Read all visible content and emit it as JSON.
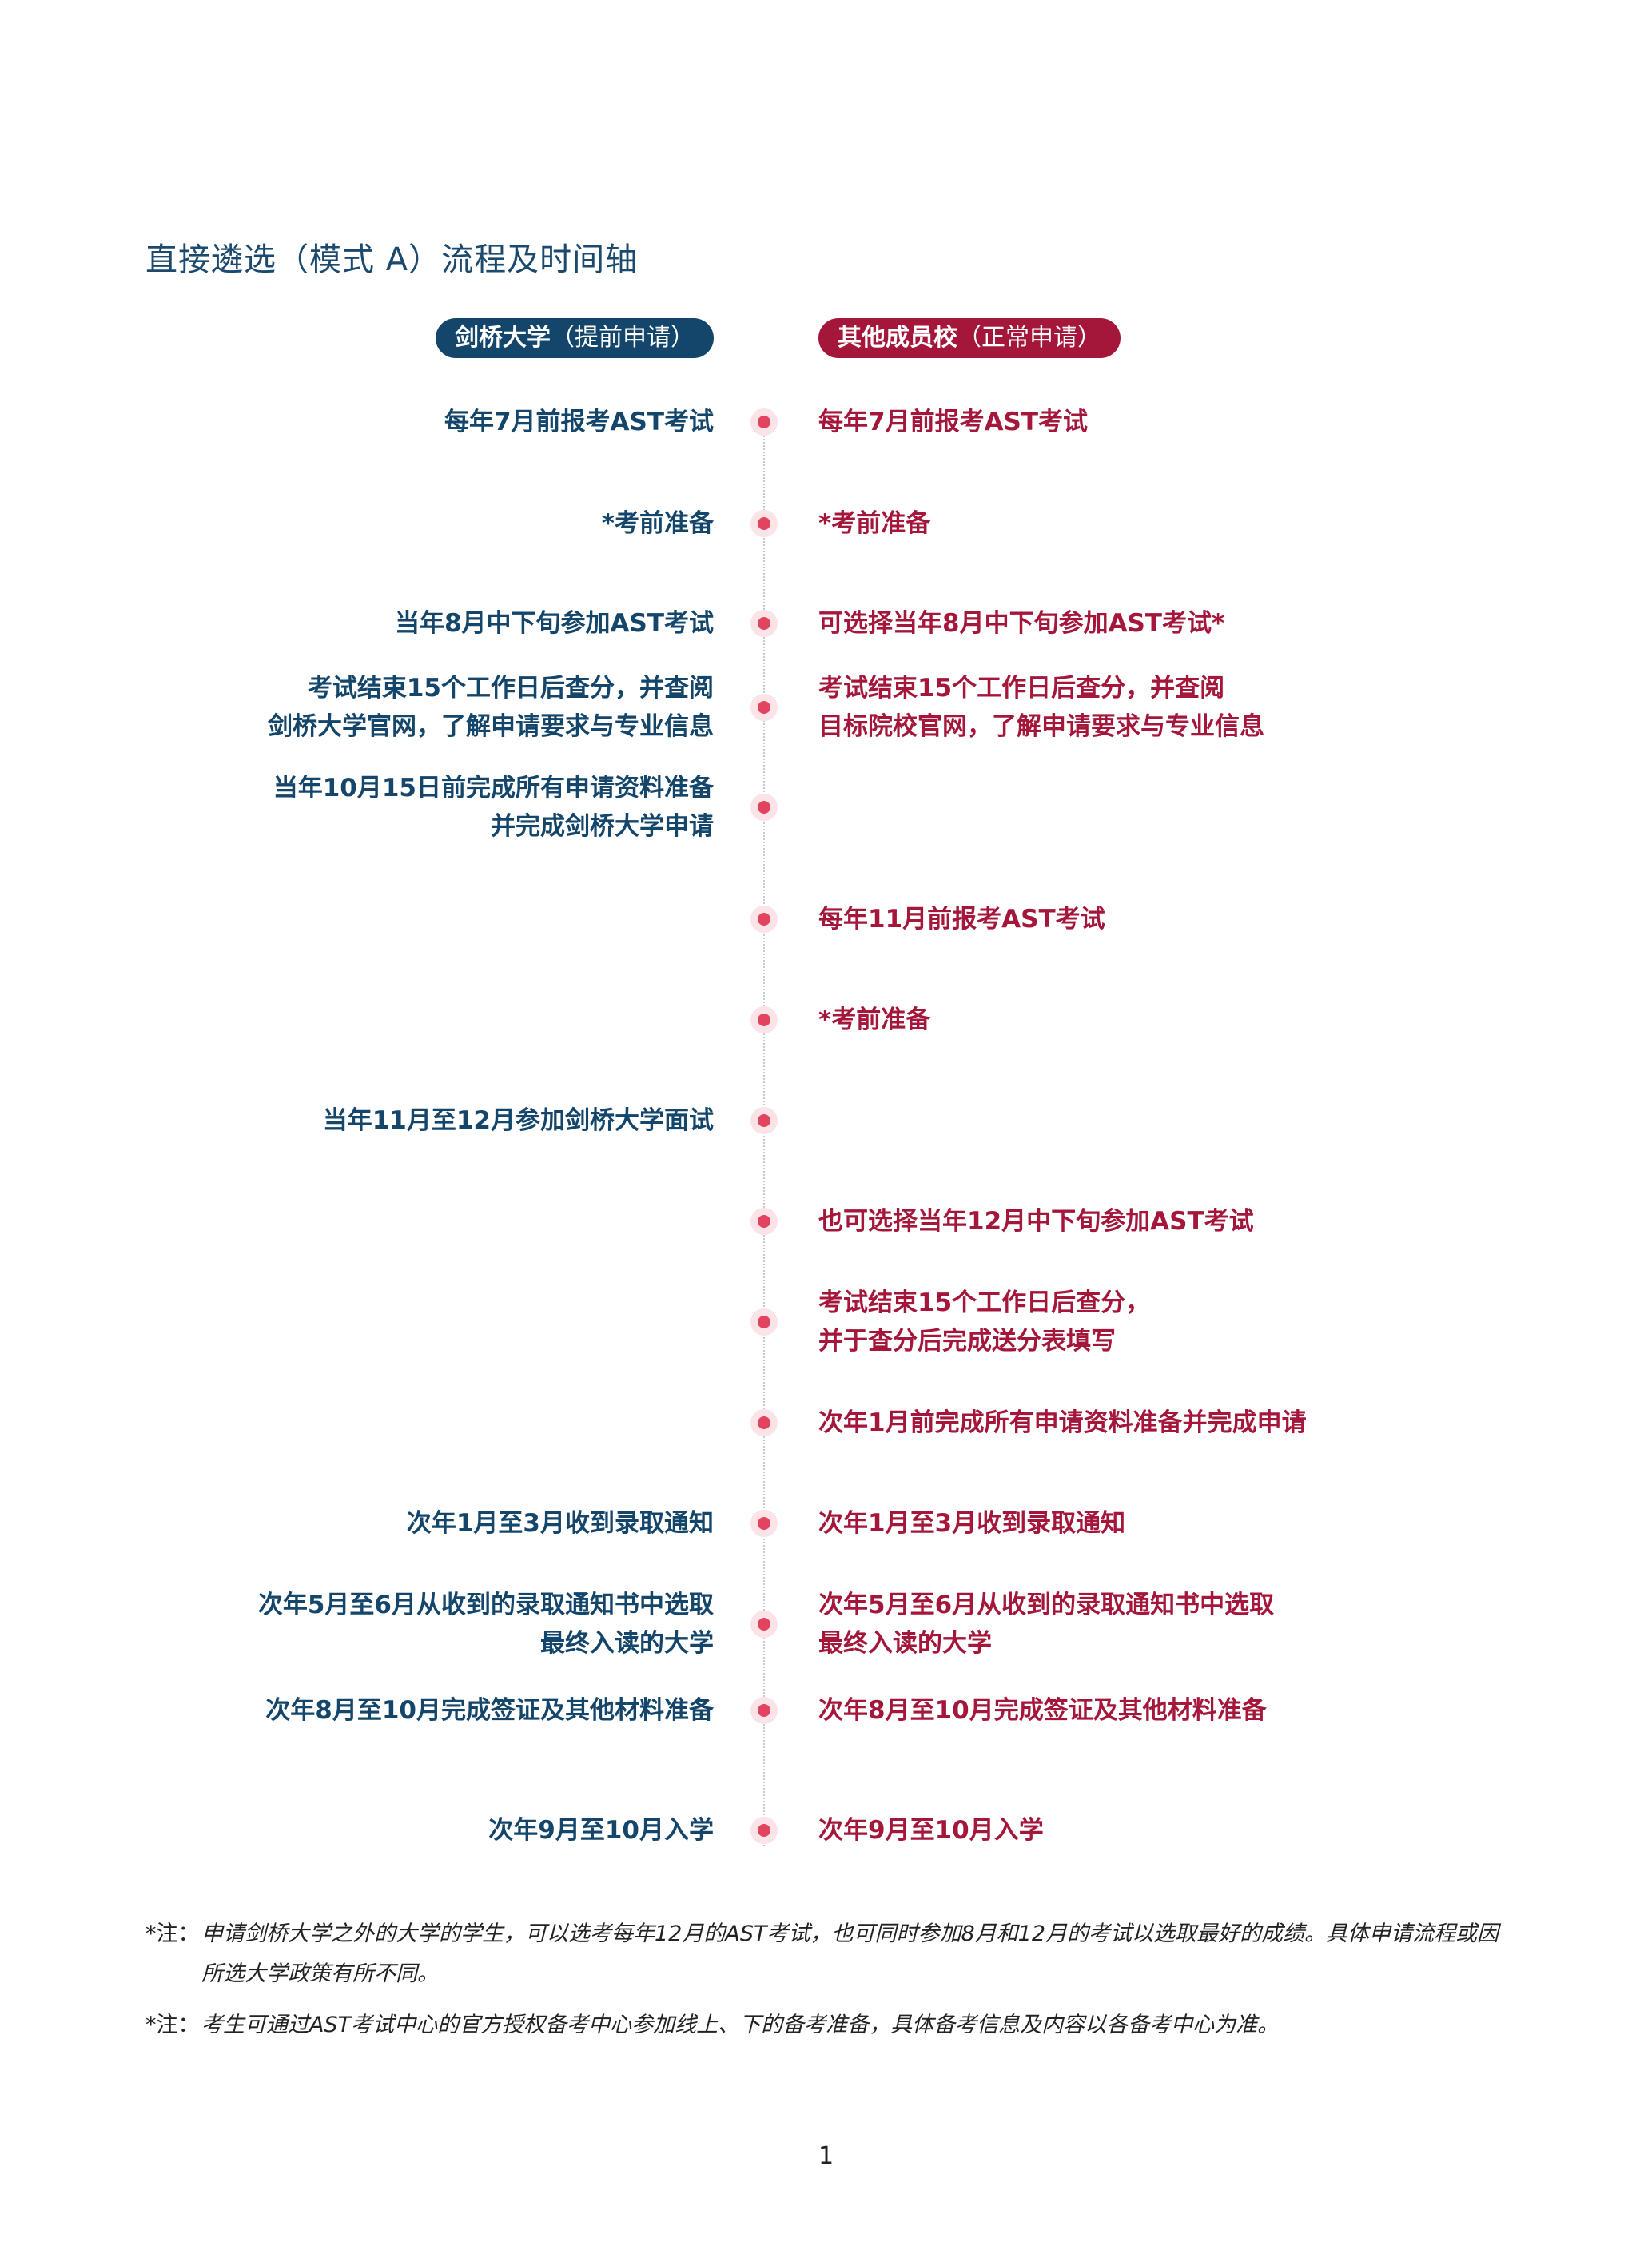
{
  "title": "直接遴选（模式 A）流程及时间轴",
  "headers": {
    "left_bold": "剑桥大学",
    "left_light": "（提前申请）",
    "right_bold": "其他成员校",
    "right_light": "（正常申请）"
  },
  "events": [
    {
      "left": "每年7月前报考AST考试",
      "right": "每年7月前报考AST考试"
    },
    {
      "left": "*考前准备",
      "right": "*考前准备"
    },
    {
      "left": "当年8月中下旬参加AST考试",
      "right": "可选择当年8月中下旬参加AST考试*"
    },
    {
      "left": "考试结束15个工作日后查分，并查阅\n剑桥大学官网，了解申请要求与专业信息",
      "right": "考试结束15个工作日后查分，并查阅\n目标院校官网，了解申请要求与专业信息"
    },
    {
      "left": "当年10月15日前完成所有申请资料准备\n并完成剑桥大学申请",
      "right": ""
    },
    {
      "left": "",
      "right": "每年11月前报考AST考试"
    },
    {
      "left": "",
      "right": "*考前准备"
    },
    {
      "left": "当年11月至12月参加剑桥大学面试",
      "right": ""
    },
    {
      "left": "",
      "right": "也可选择当年12月中下旬参加AST考试"
    },
    {
      "left": "",
      "right": "考试结束15个工作日后查分，\n并于查分后完成送分表填写"
    },
    {
      "left": "",
      "right": "次年1月前完成所有申请资料准备并完成申请"
    },
    {
      "left": "次年1月至3月收到录取通知",
      "right": "次年1月至3月收到录取通知"
    },
    {
      "left": "次年5月至6月从收到的录取通知书中选取\n最终入读的大学",
      "right": "次年5月至6月从收到的录取通知书中选取\n最终入读的大学"
    },
    {
      "left": "次年8月至10月完成签证及其他材料准备",
      "right": "次年8月至10月完成签证及其他材料准备"
    },
    {
      "left": "次年9月至10月入学",
      "right": "次年9月至10月入学"
    }
  ],
  "notes": [
    {
      "mark": "*注：",
      "text": "申请剑桥大学之外的大学的学生，可以选考每年12月的AST考试，也可同时参加8月和12月的考试以选取最好的成绩。具体申请流程或因所选大学政策有所不同。"
    },
    {
      "mark": "*注：",
      "text": "考生可通过AST考试中心的官方授权备考中心参加线上、下的备考准备，具体备考信息及内容以各备考中心为准。"
    }
  ],
  "page_number": "1",
  "colors": {
    "navy": "#14466b",
    "crimson": "#a4173b",
    "dot": "#e0445f",
    "dot_halo": "#fbe3e7"
  }
}
